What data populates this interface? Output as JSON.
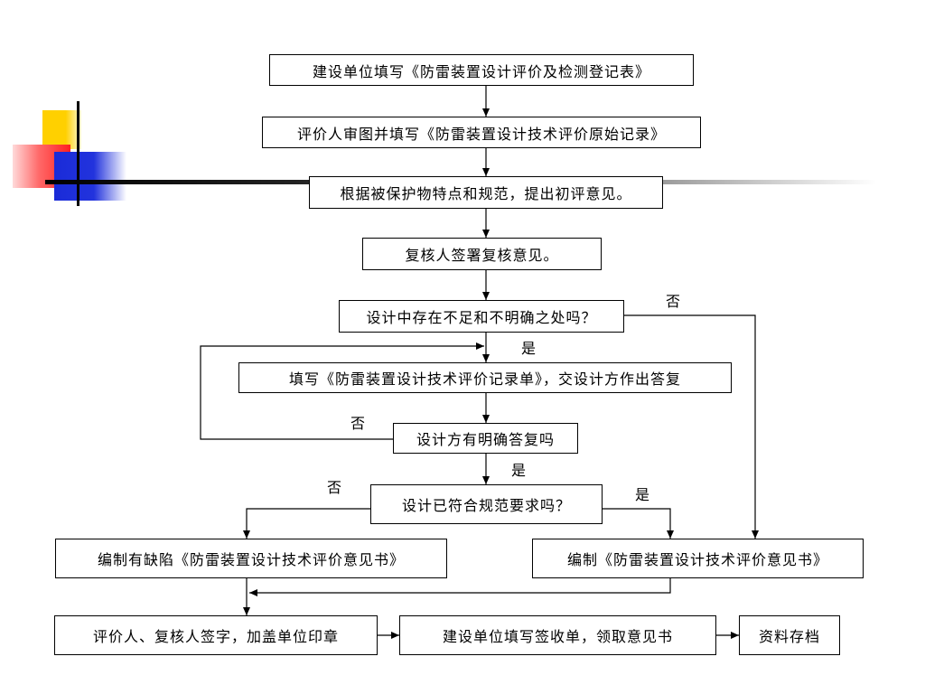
{
  "flowchart": {
    "steps": {
      "s1": "建设单位填写《防雷装置设计评价及检测登记表》",
      "s2": "评价人审图并填写《防雷装置设计技术评价原始记录》",
      "s3": "根据被保护物特点和规范，提出初评意见。",
      "s4": "复核人签署复核意见。",
      "s5": "设计中存在不足和不明确之处吗？",
      "s6": "填写《防雷装置设计技术评价记录单》，交设计方作出答复",
      "s7": "设计方有明确答复吗",
      "s8": "设计已符合规范要求吗？",
      "s9": "编制有缺陷《防雷装置设计技术评价意见书》",
      "s10": "编制《防雷装置设计技术评价意见书》",
      "s11": "评价人、复核人签字，加盖单位印章",
      "s12": "建设单位填写签收单，领取意见书",
      "s13": "资料存档"
    },
    "labels": {
      "no_s5": "否",
      "yes_s5": "是",
      "no_s7": "否",
      "yes_s7": "是",
      "no_s8": "否",
      "yes_s8": "是"
    }
  }
}
